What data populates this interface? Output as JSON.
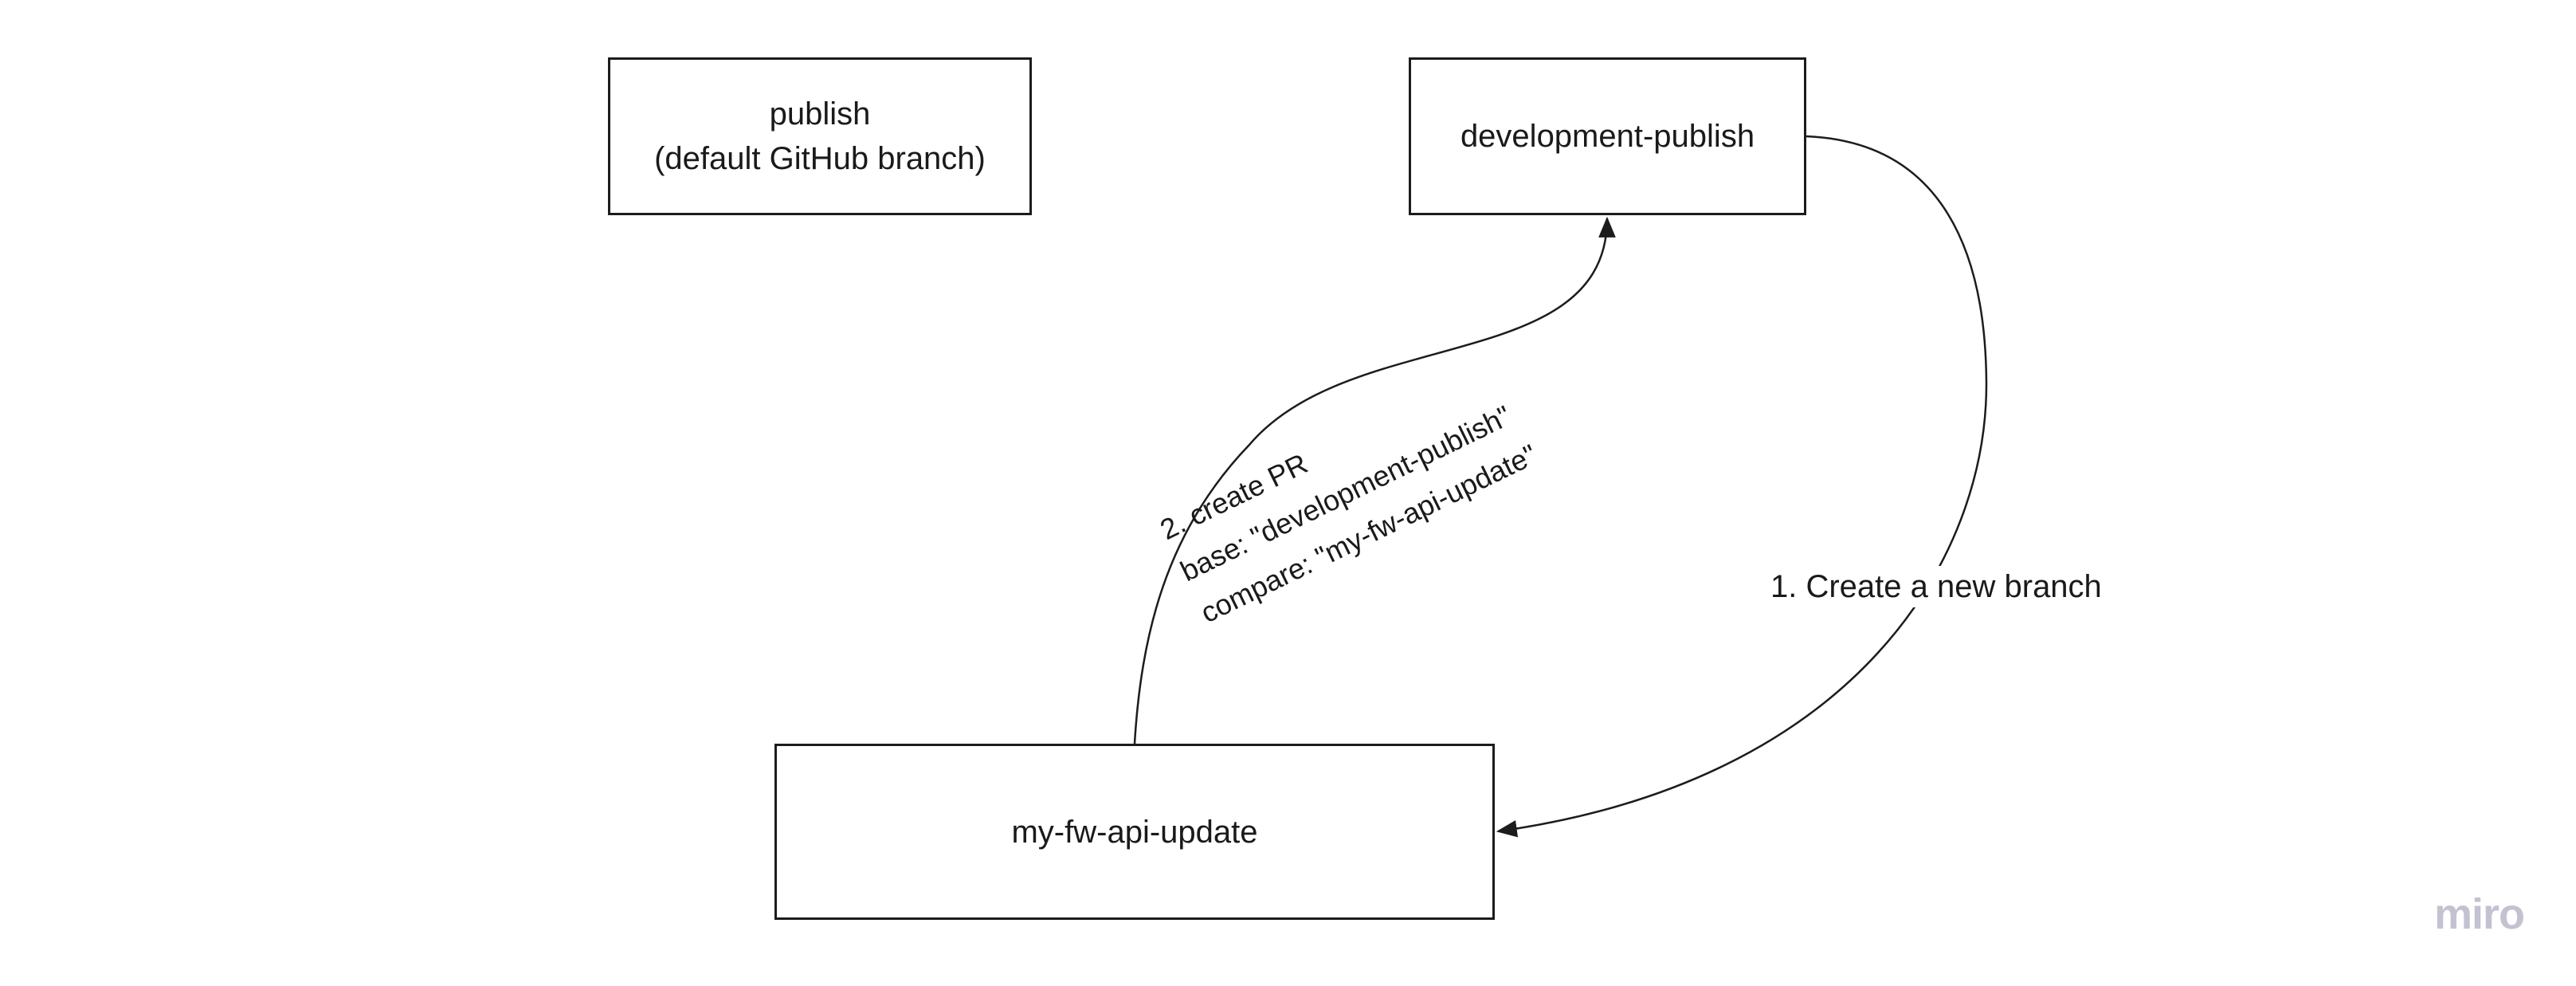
{
  "board": {
    "background": "#ffffff",
    "stroke_color": "#1c1c1c",
    "text_color": "#1a1a1a",
    "watermark_color": "#c3c2d1"
  },
  "nodes": {
    "publish": {
      "lines": [
        "publish",
        "(default GitHub branch)"
      ]
    },
    "development_publish": {
      "label": "development-publish"
    },
    "my_fw_api_update": {
      "label": "my-fw-api-update"
    }
  },
  "connectors": {
    "create_branch": {
      "label": "1. Create a new branch"
    },
    "create_pr": {
      "lines": [
        "2. create PR",
        "base: \"development-publish\"",
        "compare: \"my-fw-api-update\""
      ]
    }
  },
  "watermark": {
    "text": "miro"
  }
}
